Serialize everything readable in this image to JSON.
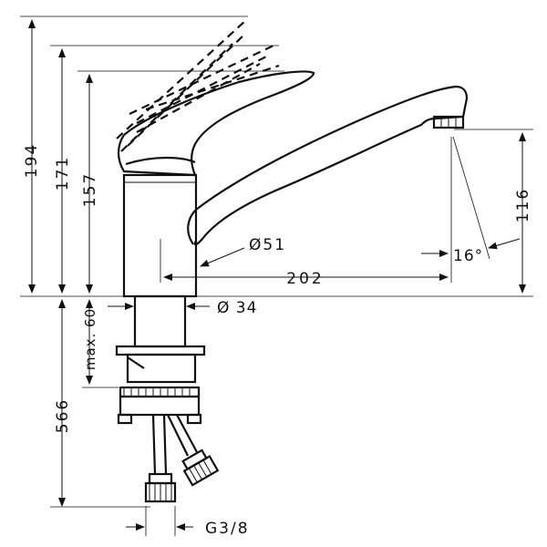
{
  "dimensions": {
    "height_total": "194",
    "height_lever": "171",
    "height_body": "157",
    "spout_height": "116",
    "spout_reach": "202",
    "body_diameter": "Ø51",
    "shank_diameter": "Ø 34",
    "max_thickness": "max. 60",
    "hose_length": "566",
    "spray_angle": "16°",
    "connection": "G3/8"
  }
}
